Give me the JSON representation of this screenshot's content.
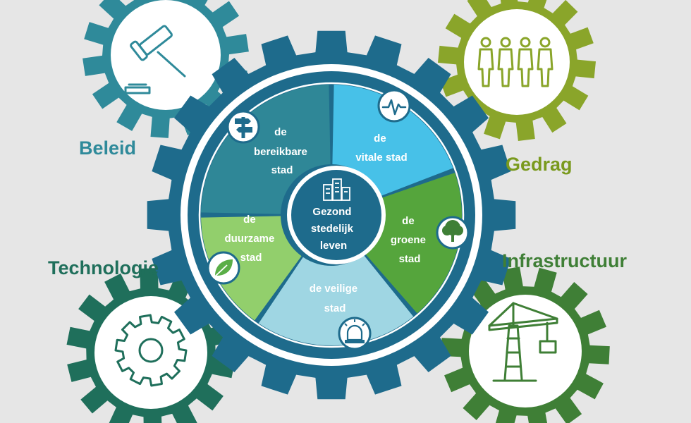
{
  "colors": {
    "background": "#e6e6e6",
    "main_gear": "#1e6b8c",
    "beleid": "#2f8a9a",
    "gedrag": "#8aa52a",
    "technologie": "#1f6f5b",
    "infrastructuur": "#3f7f36",
    "bereikbare": "#2f8797",
    "vitale": "#47c1e8",
    "groene": "#55a53c",
    "veilige": "#9fd6e3",
    "duurzame": "#92cf6c"
  },
  "center": {
    "lines": [
      "Gezond",
      "stedelijk",
      "leven"
    ],
    "icon": "city-buildings-icon"
  },
  "segments": [
    {
      "key": "bereikbare",
      "lines": [
        "de",
        "bereikbare",
        "stad"
      ],
      "icon": "signpost-icon"
    },
    {
      "key": "vitale",
      "lines": [
        "de",
        "vitale stad"
      ],
      "icon": "heartbeat-icon"
    },
    {
      "key": "groene",
      "lines": [
        "de",
        "groene",
        "stad"
      ],
      "icon": "tree-icon"
    },
    {
      "key": "veilige",
      "lines": [
        "de veilige",
        "stad"
      ],
      "icon": "alarm-light-icon"
    },
    {
      "key": "duurzame",
      "lines": [
        "de",
        "duurzame",
        "stad"
      ],
      "icon": "leaf-icon"
    }
  ],
  "pillars": {
    "beleid": {
      "label": "Beleid",
      "icon": "gavel-icon"
    },
    "gedrag": {
      "label": "Gedrag",
      "icon": "people-icon"
    },
    "technologie": {
      "label": "Technologie",
      "icon": "gear-icon"
    },
    "infrastructuur": {
      "label": "Infrastructuur",
      "icon": "crane-icon"
    }
  }
}
